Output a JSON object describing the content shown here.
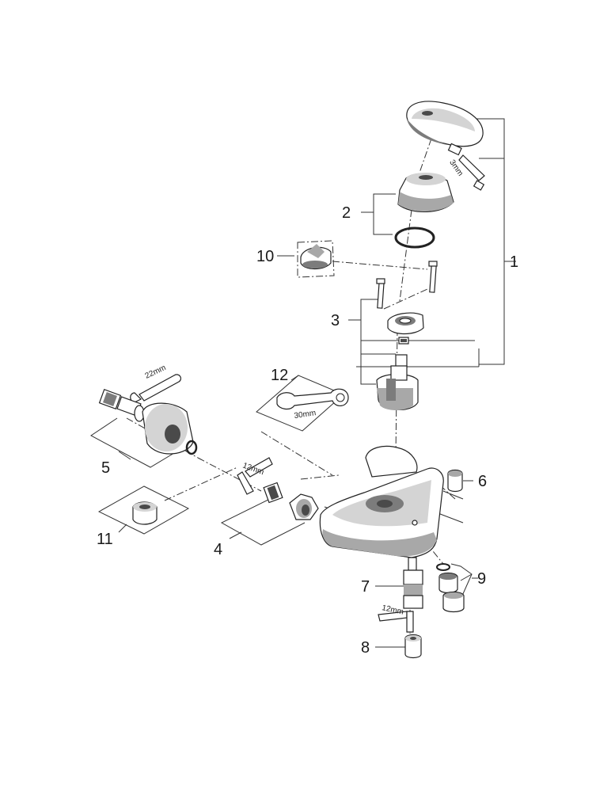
{
  "callouts": {
    "c1": "1",
    "c2": "2",
    "c3": "3",
    "c4": "4",
    "c5": "5",
    "c6": "6",
    "c7": "7",
    "c8": "8",
    "c9": "9",
    "c10": "10",
    "c11": "11",
    "c12": "12"
  },
  "tools": {
    "hex_key_top": "3mm",
    "wrench_left": "22mm",
    "hex_key_middle": "12mm",
    "spanner": "30mm",
    "hex_key_bottom": "12mm"
  },
  "colors": {
    "line": "#333333",
    "chrome_light": "#d4d4d4",
    "chrome_mid": "#a8a8a8",
    "chrome_dark": "#4a4a4a"
  }
}
